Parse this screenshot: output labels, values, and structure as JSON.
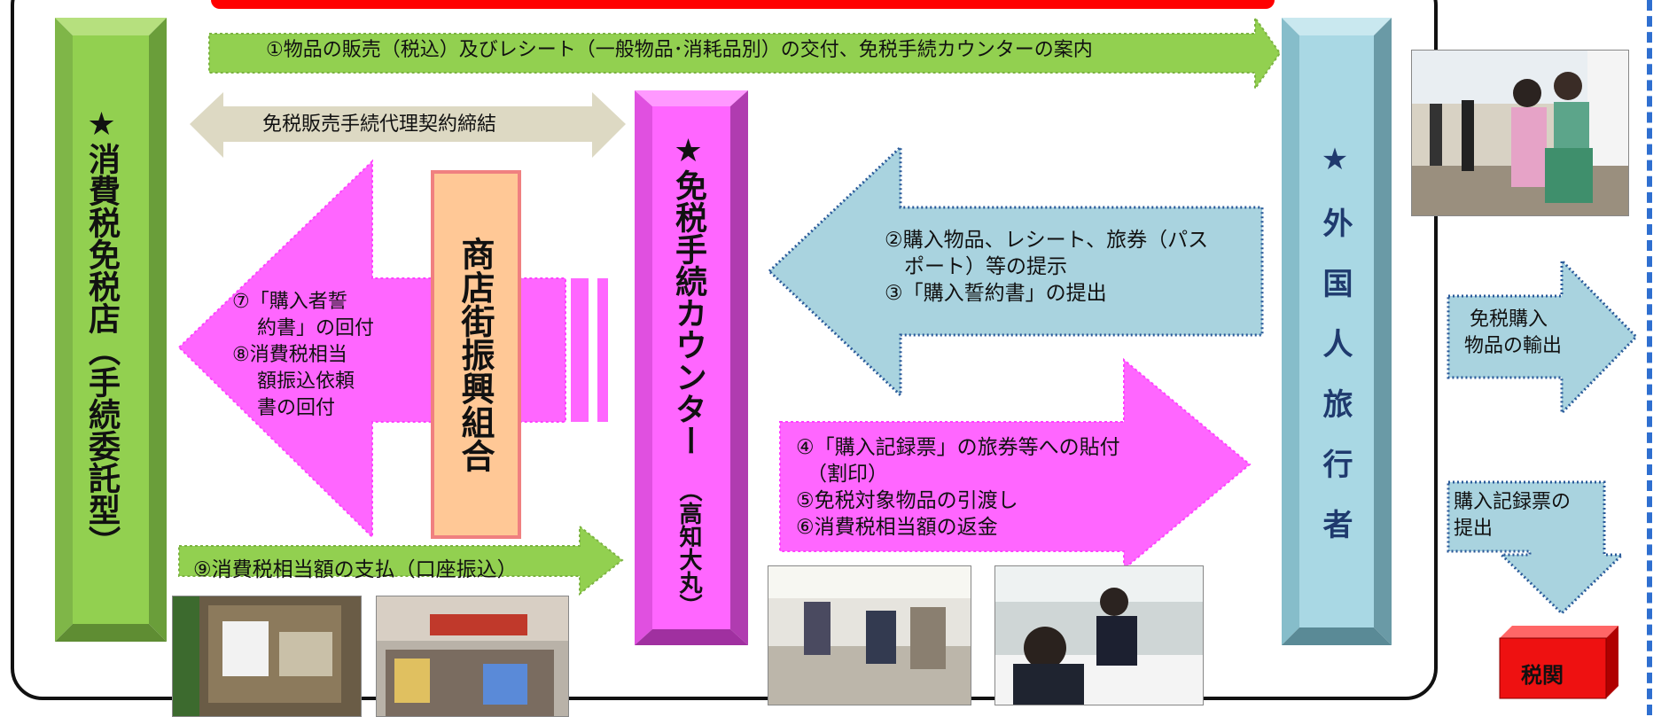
{
  "diagram": {
    "nodes": {
      "left_store": {
        "label": "★消費税免税店（手続委託型）"
      },
      "counter": {
        "label": "★免税手続カウンター",
        "sub": "（高知大丸）"
      },
      "tourist": {
        "label": "★外国人旅行者"
      },
      "association": {
        "label": "商店街振興組合"
      },
      "customs": {
        "label": "税関"
      }
    },
    "arrows": {
      "a1": "①物品の販売（税込）及びレシート（一般物品･消耗品別）の交付、免税手続カウンターの案内",
      "contract": "免税販売手続代理契約締結",
      "a2_lines": [
        "②購入物品、レシート、旅券（パス",
        "ポート）等の提示",
        "③「購入誓約書」の提出"
      ],
      "a4_lines": [
        "④「購入記録票」の旅券等への貼付",
        "（割印）",
        "⑤免税対象物品の引渡し",
        "⑥消費税相当額の返金"
      ],
      "a7_lines": [
        "⑦「購入者誓",
        "約書」の回付",
        "⑧消費税相当",
        "額振込依頼",
        "書の回付"
      ],
      "a9": "⑨消費税相当額の支払（口座振込）",
      "export_lines": [
        "免税購入",
        "物品の輸出"
      ],
      "submit_lines": [
        "購入記録票の",
        "提出"
      ]
    },
    "photos": {
      "tourists": "tourists-photo",
      "shop1": "shop-photo-1",
      "shop2": "shop-photo-2",
      "counter1": "counter-photo-1",
      "counter2": "counter-photo-2"
    },
    "colors": {
      "green": "#92d050",
      "teal": "#9fd0dc",
      "magenta": "#ff66ff",
      "beige": "#ddd9c3",
      "orange": "#ffc896",
      "red": "#ff0000",
      "navy": "#1f3a6e"
    }
  }
}
